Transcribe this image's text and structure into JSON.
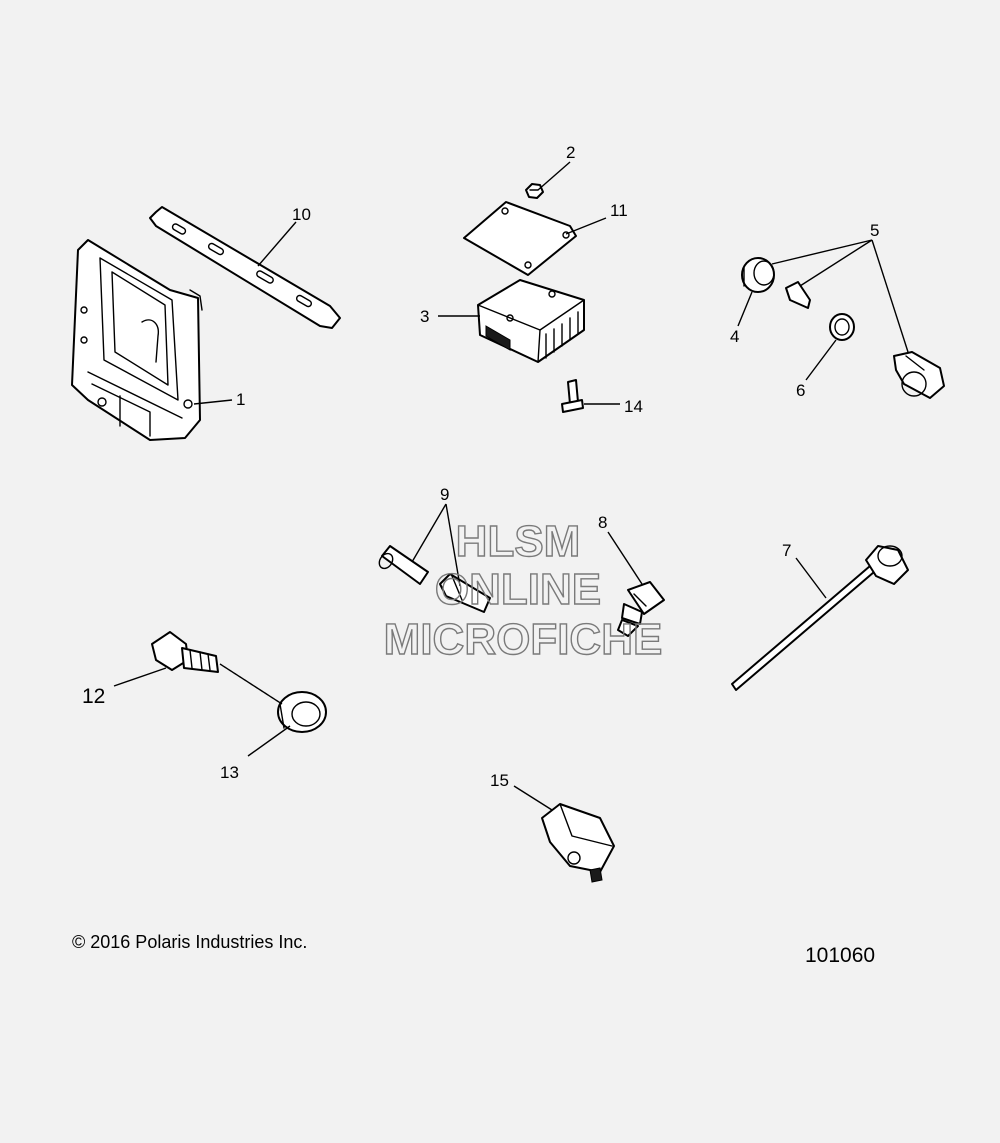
{
  "callouts": [
    {
      "num": "1"
    },
    {
      "num": "2"
    },
    {
      "num": "3"
    },
    {
      "num": "4"
    },
    {
      "num": "5"
    },
    {
      "num": "6"
    },
    {
      "num": "7"
    },
    {
      "num": "8"
    },
    {
      "num": "9"
    },
    {
      "num": "10"
    },
    {
      "num": "11"
    },
    {
      "num": "12"
    },
    {
      "num": "13"
    },
    {
      "num": "14"
    },
    {
      "num": "15"
    }
  ],
  "watermark": {
    "line1": "HLSM",
    "line2": "ONLINE",
    "line3": "MICROFICHE"
  },
  "footer": {
    "copyright": "© 2016 Polaris Industries Inc.",
    "drawing_number": "101060"
  }
}
